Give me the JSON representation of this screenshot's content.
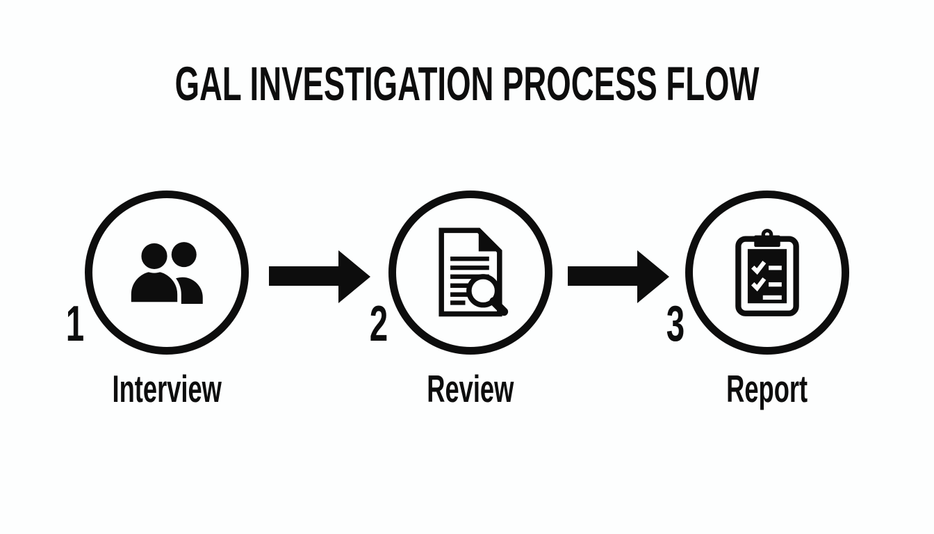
{
  "title": "GAL INVESTIGATION PROCESS FLOW",
  "colors": {
    "background": "#fdfefe",
    "ink": "#0d0d0d"
  },
  "steps": [
    {
      "number": "1",
      "label": "Interview",
      "icon": "people-icon"
    },
    {
      "number": "2",
      "label": "Review",
      "icon": "document-magnifier-icon"
    },
    {
      "number": "3",
      "label": "Report",
      "icon": "clipboard-checklist-icon"
    }
  ],
  "connectors": [
    {
      "icon": "arrow-right-icon"
    },
    {
      "icon": "arrow-right-icon"
    }
  ]
}
